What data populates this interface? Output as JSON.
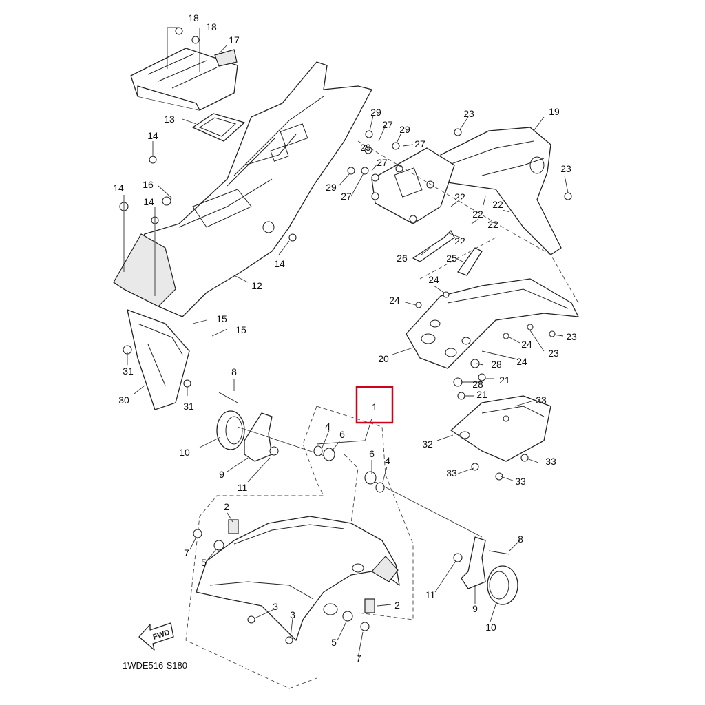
{
  "diagram": {
    "reference_code": "1WDE516-S180",
    "fwd_label": "FWD",
    "highlight_color": "#d0021b",
    "highlighted_part": "1"
  },
  "callouts": [
    "1",
    "2",
    "2",
    "3",
    "3",
    "4",
    "4",
    "5",
    "5",
    "6",
    "6",
    "7",
    "7",
    "8",
    "8",
    "9",
    "9",
    "10",
    "10",
    "11",
    "11",
    "12",
    "13",
    "14",
    "14",
    "14",
    "14",
    "15",
    "15",
    "16",
    "17",
    "18",
    "18",
    "19",
    "20",
    "21",
    "21",
    "22",
    "22",
    "22",
    "22",
    "22",
    "23",
    "23",
    "23",
    "23",
    "24",
    "24",
    "24",
    "24",
    "25",
    "26",
    "27",
    "27",
    "27",
    "27",
    "28",
    "28",
    "29",
    "29",
    "29",
    "29",
    "30",
    "31",
    "31",
    "32",
    "33",
    "33",
    "33",
    "33"
  ]
}
